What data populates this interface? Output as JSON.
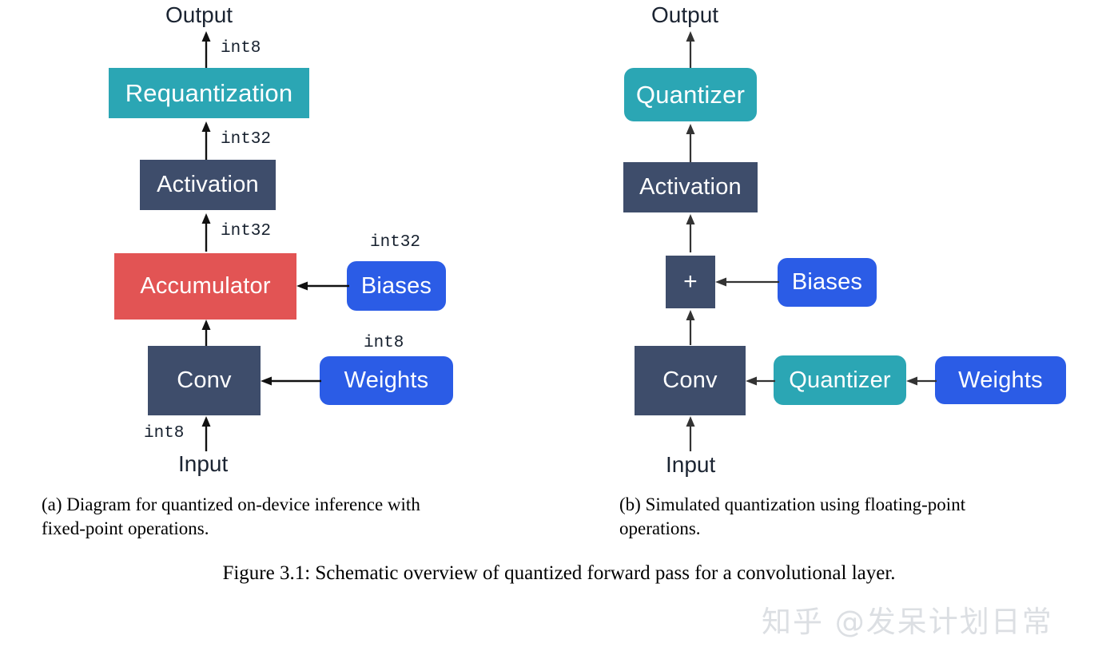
{
  "figure": {
    "number": "Figure 3.1:",
    "caption": "Figure 3.1: Schematic overview of quantized forward pass for a convolutional layer.",
    "watermark": "知乎 @发呆计划日常"
  },
  "panel_a": {
    "caption_line1": "(a) Diagram for quantized on-device inference with",
    "caption_line2": "fixed-point operations.",
    "nodes": {
      "output": "Output",
      "requantization": "Requantization",
      "activation": "Activation",
      "accumulator": "Accumulator",
      "biases": "Biases",
      "conv": "Conv",
      "weights": "Weights",
      "input": "Input"
    },
    "edge_labels": {
      "output_dtype": "int8",
      "requant_in_dtype": "int32",
      "activation_in_dtype": "int32",
      "biases_dtype": "int32",
      "weights_dtype": "int8",
      "input_dtype": "int8"
    },
    "colors": {
      "teal": "#2ba6b4",
      "dark_slate": "#3e4d6b",
      "red": "#e25454",
      "blue": "#2b5ce6"
    }
  },
  "panel_b": {
    "caption_line1": "(b) Simulated quantization using floating-point",
    "caption_line2": "operations.",
    "nodes": {
      "output": "Output",
      "quantizer_out": "Quantizer",
      "activation": "Activation",
      "adder": "+",
      "biases": "Biases",
      "conv": "Conv",
      "quantizer_weights": "Quantizer",
      "weights": "Weights",
      "input": "Input"
    },
    "colors": {
      "teal": "#2ba6b4",
      "dark_slate": "#3e4d6b",
      "blue": "#2b5ce6"
    }
  }
}
